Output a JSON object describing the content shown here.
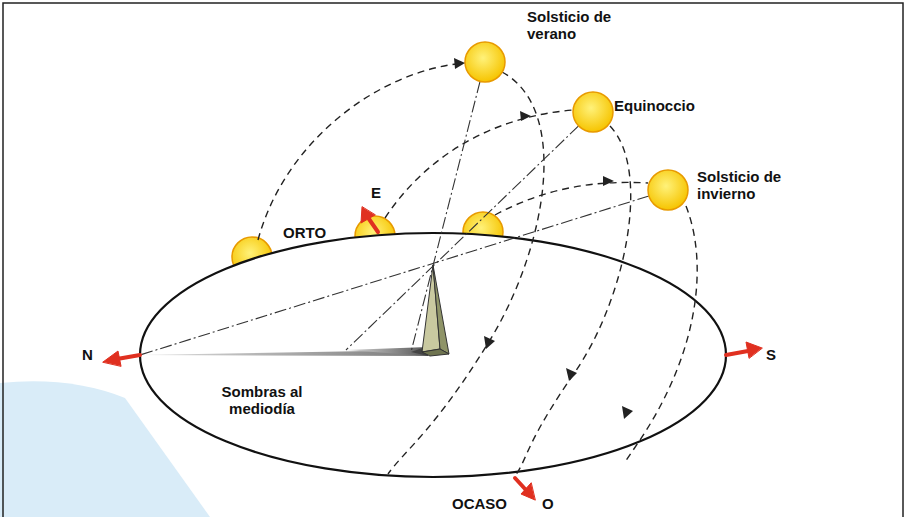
{
  "diagram": {
    "labels": [
      "Solsticio de verano",
      "Equinoccio",
      "E",
      "ORTO",
      "Solsticio de invierno",
      "N",
      "S",
      "Sombras al mediodía",
      "OCASO",
      "O"
    ]
  }
}
